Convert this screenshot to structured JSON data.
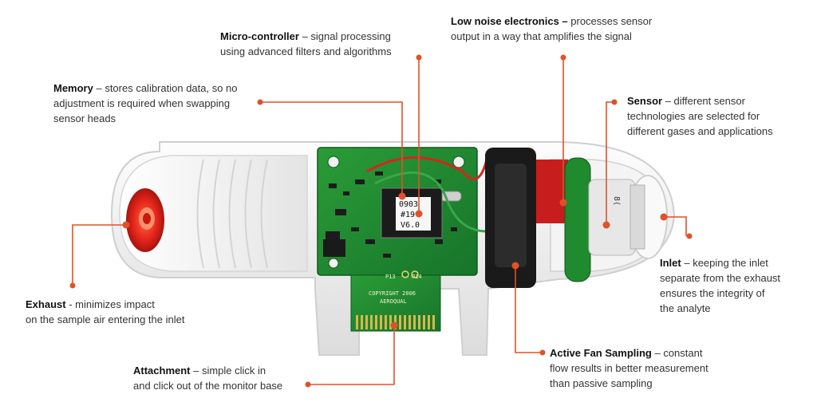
{
  "callouts": {
    "micro": {
      "title": "Micro-controller",
      "desc": " – signal processing",
      "desc2": "using advanced filters and algorithms"
    },
    "lownoise": {
      "title": "Low noise electronics –",
      "desc": " processes sensor",
      "desc2": "output in a way that amplifies the signal"
    },
    "memory": {
      "title": "Memory",
      "desc": " – stores calibration data, so no",
      "desc2": "adjustment is required when swapping",
      "desc3": "sensor heads"
    },
    "sensor": {
      "title": "Sensor",
      "desc": " – different sensor",
      "desc2": "technologies are selected for",
      "desc3": "different gases and applications"
    },
    "inlet": {
      "title": "Inlet",
      "desc": " – keeping the inlet",
      "desc2": "separate from the exhaust",
      "desc3": "ensures the integrity of",
      "desc4": "the analyte"
    },
    "exhaust": {
      "title": "Exhaust",
      "desc": " - minimizes impact",
      "desc2": "on the sample air entering the inlet"
    },
    "fan": {
      "title": "Active Fan Sampling",
      "desc": " – constant",
      "desc2": "flow results in better measurement",
      "desc3": "than passive sampling"
    },
    "attachment": {
      "title": "Attachment",
      "desc": " – simple click in",
      "desc2": "and click out of the monitor base"
    }
  },
  "board": {
    "chip_line1": "0903",
    "chip_line2": "#19",
    "chip_line3": "V6.0",
    "pad_label1": "P13",
    "pad_label2": "P14",
    "copyright": "COPYRIGHT 2006",
    "brand": "AEROQUAL",
    "sensor_mark": "8("
  },
  "colors": {
    "accent": "#e0512a",
    "pcb": "#1f8a2e",
    "housing": "#f1f1f1",
    "nozzle": "#e8261c"
  }
}
